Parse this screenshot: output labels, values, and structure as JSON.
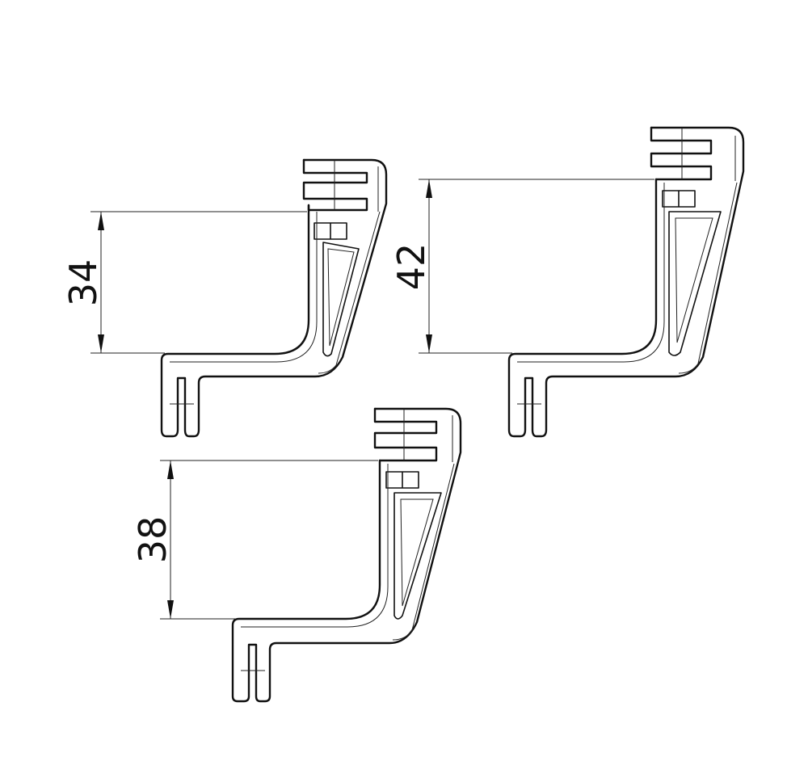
{
  "dimensions": {
    "left_bracket": "34",
    "right_bracket": "42",
    "bottom_bracket": "38"
  },
  "colors": {
    "background": "#ffffff",
    "line": "#111111"
  }
}
